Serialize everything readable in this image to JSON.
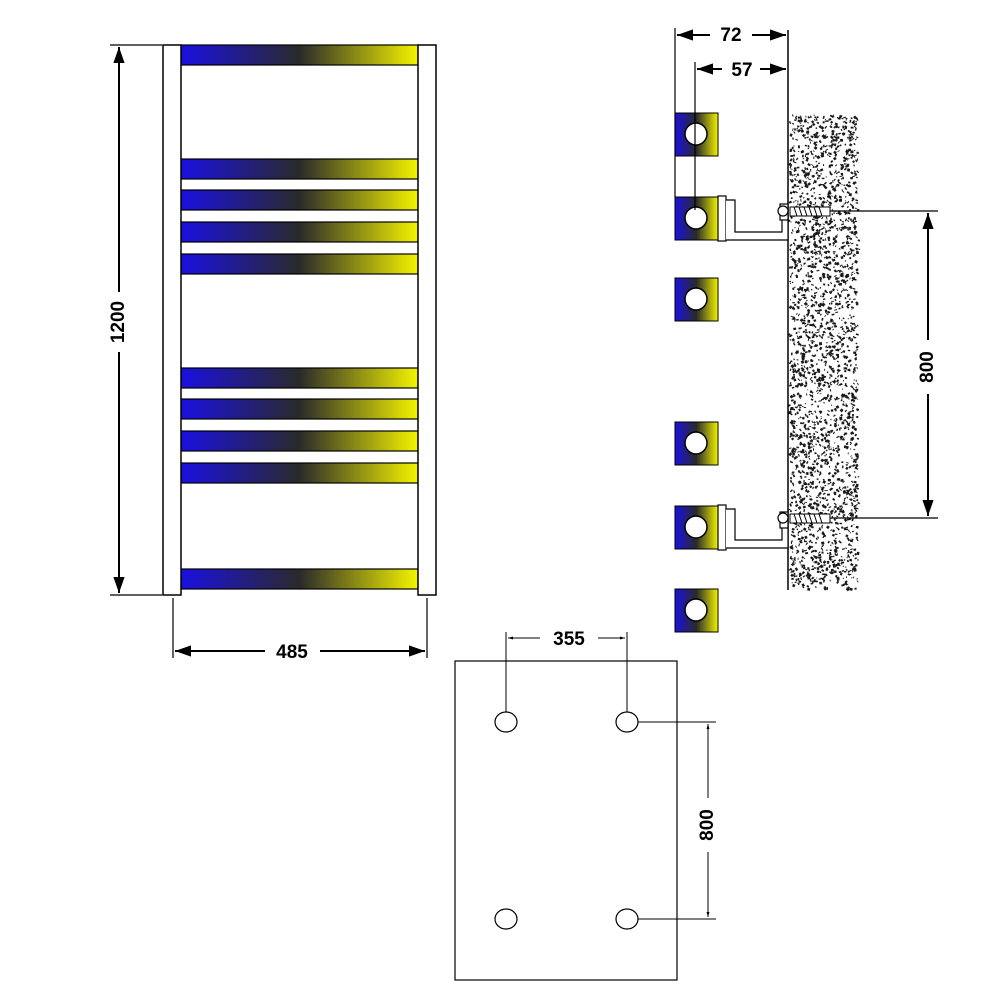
{
  "front_view": {
    "height_label": "1200",
    "width_label": "485"
  },
  "side_view": {
    "depth_outer_label": "72",
    "depth_inner_label": "57",
    "bracket_spacing_label": "800"
  },
  "wall_plate": {
    "horizontal_spacing_label": "355",
    "vertical_spacing_label": "800"
  },
  "colors": {
    "gradient_start": "#1a10e0",
    "gradient_mid": "#2a2a2a",
    "gradient_end": "#f4f400",
    "line": "#000000",
    "wall_speckle": "#1a1a1a"
  }
}
